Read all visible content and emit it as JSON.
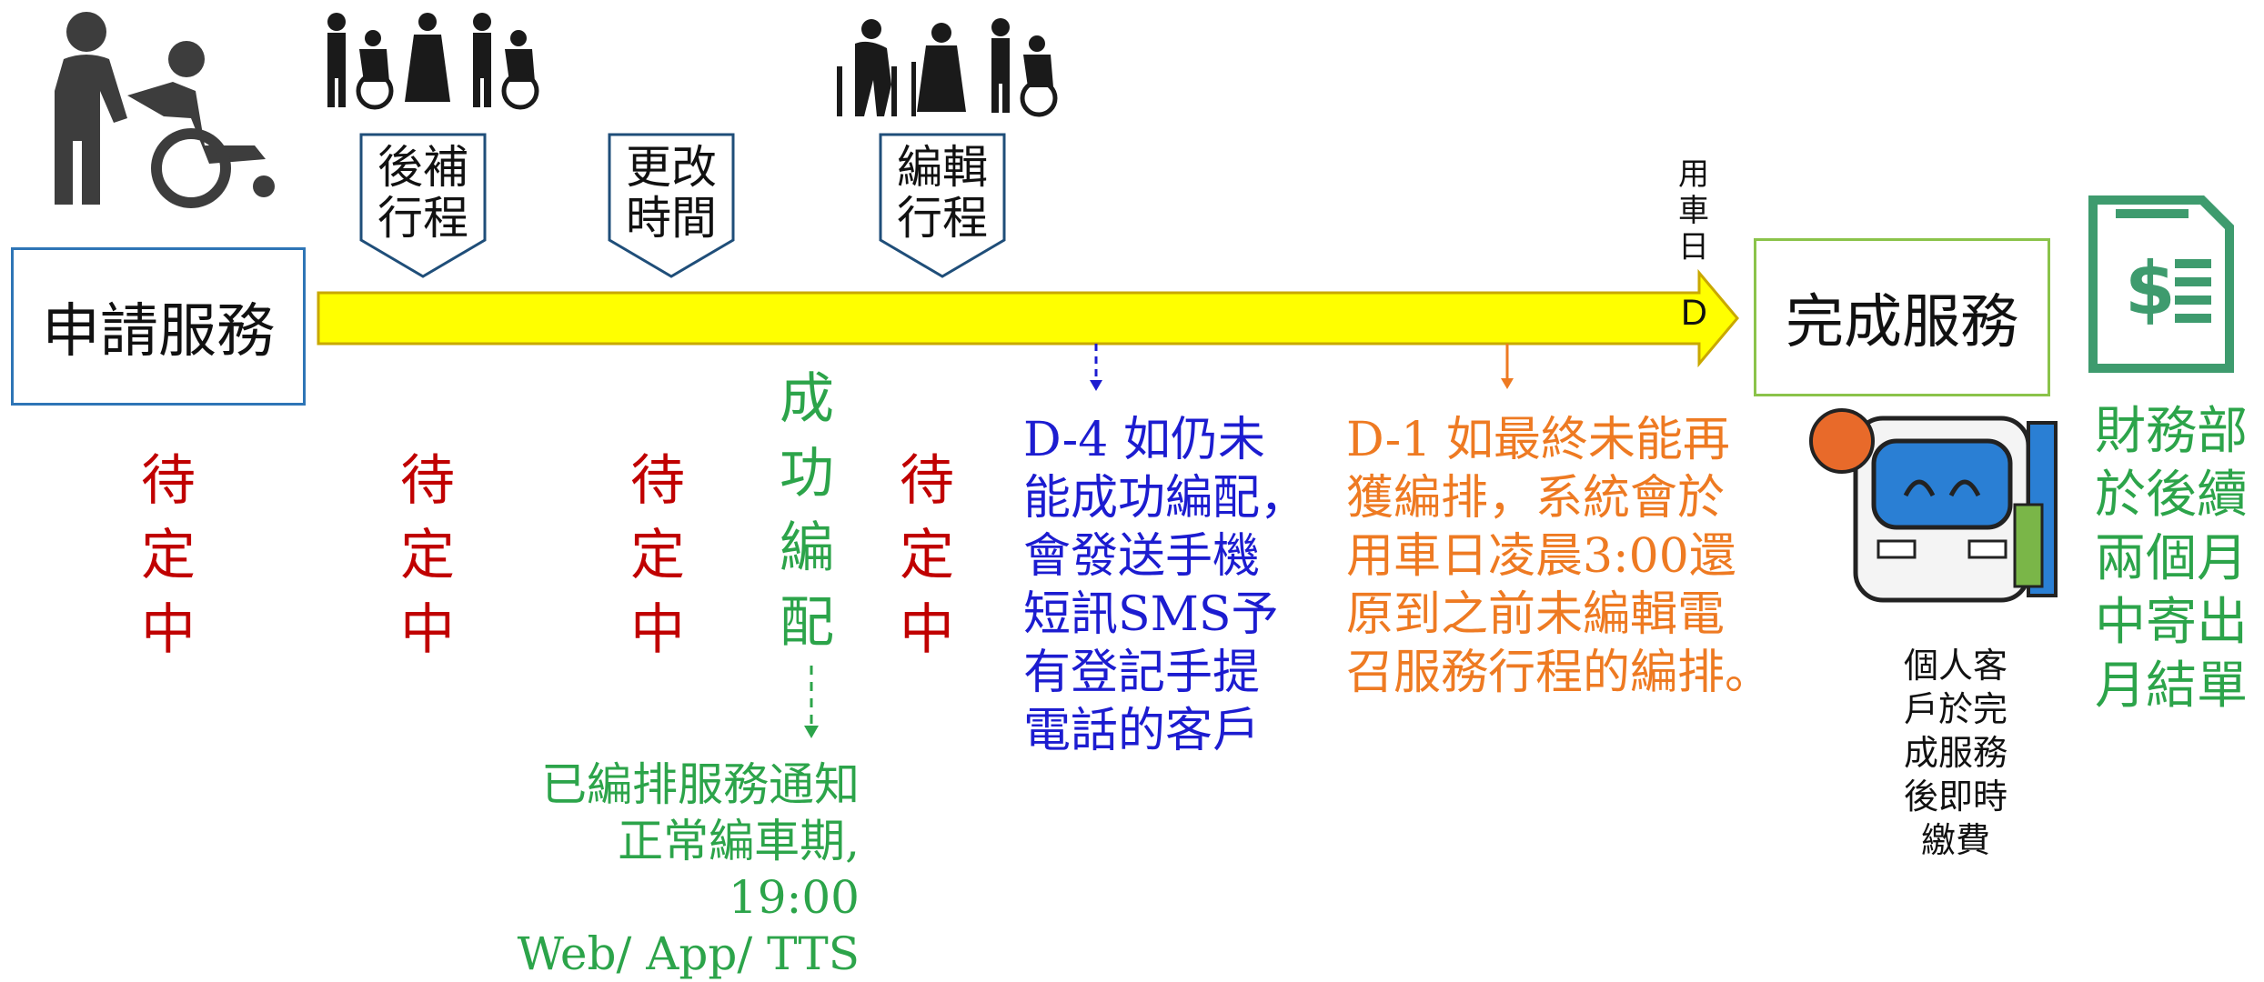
{
  "start_box": "申請服務",
  "end_box": "完成服務",
  "day_marker": "D",
  "use_day_label": "用\n車\n日",
  "tags": [
    "後補\n行程",
    "更改\n時間",
    "編輯\n行程"
  ],
  "status": {
    "pending": "待\n定\n中",
    "matched": "成\n功\n編\n配"
  },
  "notice_green": "已編排服務通知\n正常編車期, 19:00\nWeb/ App/ TTS",
  "notice_blue": "D-4 如仍未\n能成功編配，\n會發送手機\n短訊SMS予\n有登記手提\n電話的客戶",
  "notice_orange": "D-1 如最終未能再\n獲編排，系統會於\n用車日凌晨3:00還\n原到之前未編輯電\n召服務行程的編排。",
  "personal_payment": "個人客\n戶於完\n成服務\n後即時\n繳費",
  "finance": "財務部\n於後續\n兩個月\n中寄出\n月結單",
  "colors": {
    "arrow": "#ffff00",
    "start_border": "#2e75b6",
    "end_border": "#8bc34a",
    "pending": "#c00000",
    "green": "#2ca44a",
    "blue": "#1c1cd0",
    "orange": "#ee7a22",
    "icon_gray": "#3d3d3d",
    "doc_green": "#3e9b6e"
  },
  "icons": [
    "caregiver-wheelchair-icon",
    "elderly-icons",
    "invoice-icon",
    "bus-driver-icon"
  ]
}
